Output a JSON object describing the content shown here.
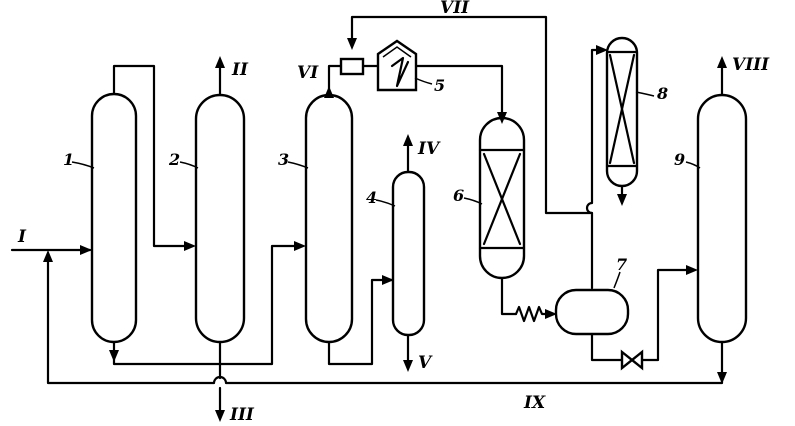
{
  "units": [
    {
      "id": "u1",
      "label": "1"
    },
    {
      "id": "u2",
      "label": "2"
    },
    {
      "id": "u3",
      "label": "3"
    },
    {
      "id": "u4",
      "label": "4"
    },
    {
      "id": "u5",
      "label": "5"
    },
    {
      "id": "u6",
      "label": "6"
    },
    {
      "id": "u7",
      "label": "7"
    },
    {
      "id": "u8",
      "label": "8"
    },
    {
      "id": "u9",
      "label": "9"
    }
  ],
  "streams": [
    {
      "id": "s1",
      "label": "I"
    },
    {
      "id": "s2",
      "label": "II"
    },
    {
      "id": "s3",
      "label": "III"
    },
    {
      "id": "s4",
      "label": "IV"
    },
    {
      "id": "s5",
      "label": "V"
    },
    {
      "id": "s6",
      "label": "VI"
    },
    {
      "id": "s7",
      "label": "VII"
    },
    {
      "id": "s8",
      "label": "VIII"
    },
    {
      "id": "s9",
      "label": "IX"
    }
  ]
}
